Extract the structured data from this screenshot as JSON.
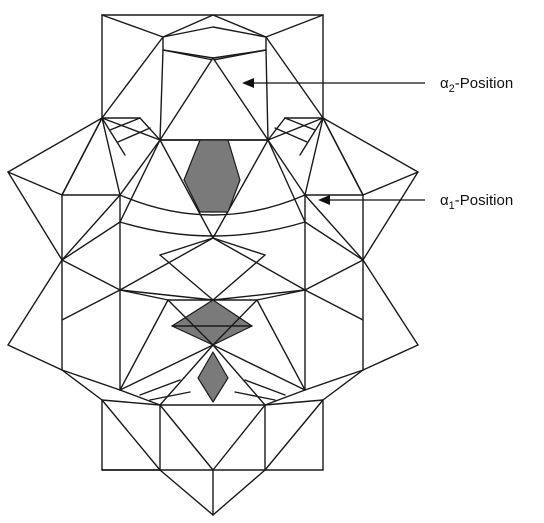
{
  "labels": {
    "alpha2": {
      "greek": "α",
      "subscript": "2",
      "suffix": "-Position"
    },
    "alpha1": {
      "greek": "α",
      "subscript": "1",
      "suffix": "-Position"
    }
  },
  "colors": {
    "edge": "#1a1a1a",
    "shaded_octahedron": "#7a7a7a",
    "background": "#ffffff"
  }
}
